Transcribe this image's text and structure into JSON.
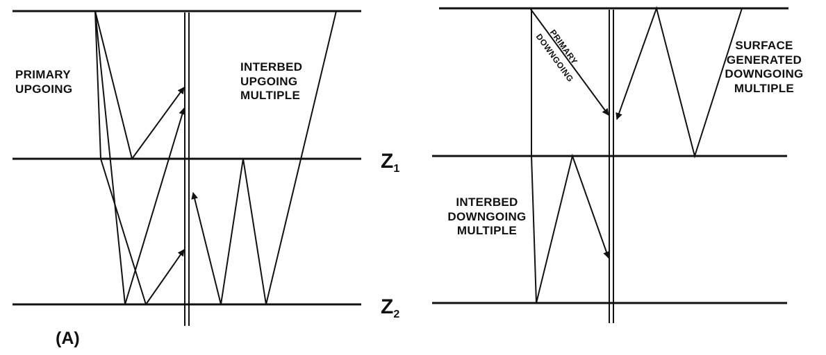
{
  "labels": {
    "primary_upgoing": [
      "PRIMARY",
      "UPGOING"
    ],
    "interbed_upgoing": [
      "INTERBED",
      "UPGOING",
      "MULTIPLE"
    ],
    "primary_downgoing": [
      "PRIMARY",
      "DOWNGOING"
    ],
    "surface_downgoing": [
      "SURFACE",
      "GENERATED",
      "DOWNGOING",
      "MULTIPLE"
    ],
    "interbed_downgoing": [
      "INTERBED",
      "DOWNGOING",
      "MULTIPLE"
    ],
    "z1": "Z",
    "z1_sub": "1",
    "z2": "Z",
    "z2_sub": "2",
    "panel_a": "(A)"
  }
}
